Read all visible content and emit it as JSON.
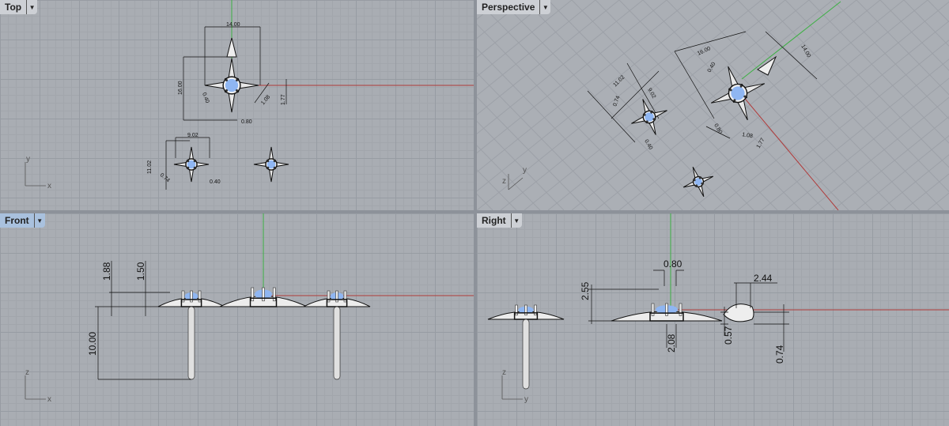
{
  "viewports": [
    {
      "title": "Top",
      "active": false
    },
    {
      "title": "Perspective",
      "active": false
    },
    {
      "title": "Front",
      "active": true
    },
    {
      "title": "Right",
      "active": false
    }
  ],
  "axes": {
    "x": "x",
    "y": "y",
    "z": "z"
  },
  "dimensions": {
    "top": [
      "14.00",
      "16.00",
      "0.40",
      "1.08",
      "1.77",
      "0.80",
      "9.02",
      "11.02",
      "0.74",
      "0.40"
    ],
    "perspective": [
      "16.00",
      "14.00",
      "0.40",
      "11.02",
      "9.02",
      "0.74",
      "0.80",
      "1.08",
      "1.77",
      "0.40"
    ],
    "front": [
      "1.88",
      "1.50",
      "10.00"
    ],
    "right": [
      "0.80",
      "2.55",
      "2.44",
      "2.08",
      "0.57",
      "0.74"
    ]
  },
  "colors": {
    "x_axis": "#b03a3a",
    "y_axis": "#3cb043",
    "gem": "#8fb6f2"
  }
}
